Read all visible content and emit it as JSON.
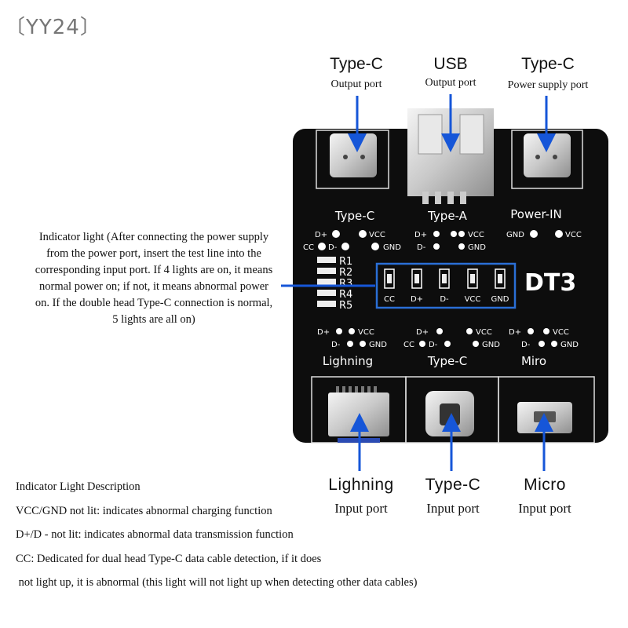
{
  "watermark": "〔YY24〕",
  "top_ports": [
    {
      "title": "Type-C",
      "subtitle": "Output port"
    },
    {
      "title": "USB",
      "subtitle": "Output port"
    },
    {
      "title": "Type-C",
      "subtitle": "Power supply port"
    }
  ],
  "bottom_ports": [
    {
      "title": "Lighning",
      "subtitle": "Input port"
    },
    {
      "title": "Type-C",
      "subtitle": "Input port"
    },
    {
      "title": "Micro",
      "subtitle": "Input port"
    }
  ],
  "indicator_note": "Indicator light (After connecting the power supply from the power port, insert the test line into the corresponding input port. If 4 lights are on, it means normal power on; if not, it means abnormal power on. If the double head Type-C connection is normal, 5 lights are all on)",
  "description": {
    "heading": "Indicator Light Description",
    "lines": [
      "VCC/GND not lit: indicates abnormal charging function",
      "D+/D - not lit: indicates abnormal data transmission function",
      "CC: Dedicated for dual head Type-C data cable detection, if it does",
      " not light up, it is abnormal (this light will not light up when detecting other data cables)"
    ]
  },
  "board": {
    "model": "DT3",
    "section_labels_top": [
      "Type-C",
      "Type-A",
      "Power-IN"
    ],
    "section_labels_bottom": [
      "Lighning",
      "Type-C",
      "Miro"
    ],
    "resistors": [
      "R1",
      "R2",
      "R3",
      "R4",
      "R5"
    ],
    "leds": [
      "CC",
      "D+",
      "D-",
      "VCC",
      "GND"
    ],
    "pads": {
      "dplus": "D+",
      "dminus": "D-",
      "vcc": "VCC",
      "gnd": "GND",
      "cc": "CC"
    }
  },
  "colors": {
    "board": "#0d0d0d",
    "silk": "#ffffff",
    "arrow": "#1656d8",
    "box": "#2a6fd6",
    "text": "#111111"
  }
}
